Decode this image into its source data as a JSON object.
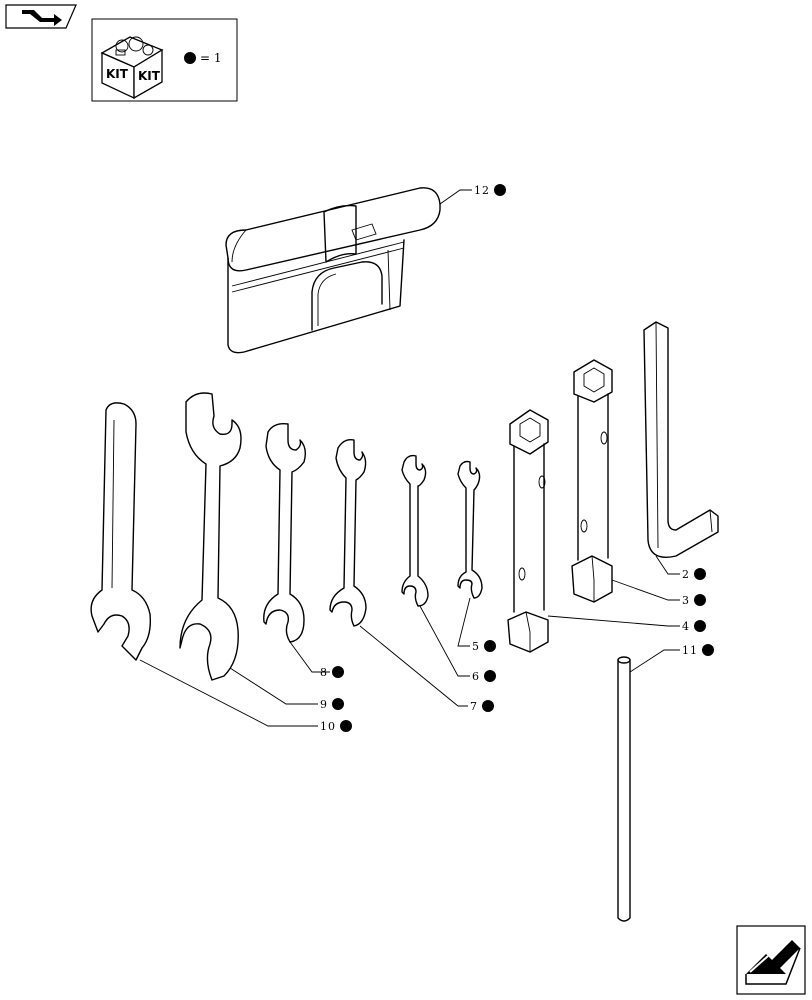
{
  "legend": {
    "kit_label_left": "KIT",
    "kit_label_right": "KIT",
    "equals_text": "= 1"
  },
  "callouts": [
    {
      "id": "callout-2",
      "text": "2"
    },
    {
      "id": "callout-3",
      "text": "3"
    },
    {
      "id": "callout-4",
      "text": "4"
    },
    {
      "id": "callout-5",
      "text": "5"
    },
    {
      "id": "callout-6",
      "text": "6"
    },
    {
      "id": "callout-7",
      "text": "7"
    },
    {
      "id": "callout-8",
      "text": "8"
    },
    {
      "id": "callout-9",
      "text": "9"
    },
    {
      "id": "callout-10",
      "text": "10"
    },
    {
      "id": "callout-11",
      "text": "11"
    },
    {
      "id": "callout-12",
      "text": "12"
    }
  ],
  "icons": {
    "top_left": "previous-page-arrow-icon",
    "bottom_right": "next-page-arrow-icon"
  },
  "colors": {
    "line": "#000000",
    "background": "#ffffff"
  }
}
